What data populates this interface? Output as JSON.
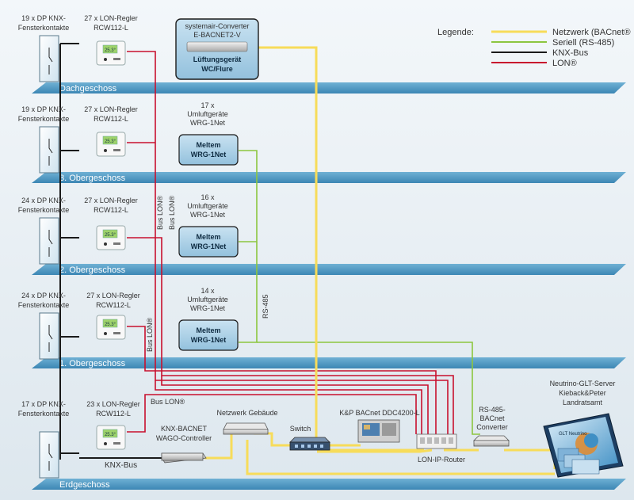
{
  "legend": {
    "title": "Legende:",
    "items": [
      {
        "label": "Netzwerk (BACnet®",
        "color": "#f7dc5a"
      },
      {
        "label": "Seriell (RS-485)",
        "color": "#8cc63f"
      },
      {
        "label": "KNX-Bus",
        "color": "#1a1a1a"
      },
      {
        "label": "LON®",
        "color": "#c8102e"
      }
    ]
  },
  "floors": [
    "Dachgeschoss",
    "3. Obergeschoss",
    "2. Obergeschoss",
    "1. Obergeschoss",
    "Erdgeschoss"
  ],
  "knx_contacts": [
    [
      "19 x DP KNX-",
      "Fensterkontakte"
    ],
    [
      "19 x DP KNX-",
      "Fensterkontakte"
    ],
    [
      "24 x DP KNX-",
      "Fensterkontakte"
    ],
    [
      "24 x DP KNX-",
      "Fensterkontakte"
    ],
    [
      "17 x DP KNX-",
      "Fensterkontakte"
    ]
  ],
  "lon_regler": [
    [
      "27 x LON-Regler",
      "RCW112-L"
    ],
    [
      "27 x LON-Regler",
      "RCW112-L"
    ],
    [
      "27 x LON-Regler",
      "RCW112-L"
    ],
    [
      "27 x LON-Regler",
      "RCW112-L"
    ],
    [
      "23 x LON-Regler",
      "RCW112-L"
    ]
  ],
  "regler_display": "25.3°",
  "converter_top": {
    "caption": [
      "systemair-Converter",
      "E-BACNET2-V"
    ],
    "label": [
      "Lüftungsgerät",
      "WC/Flure"
    ]
  },
  "meltem": [
    {
      "caption": [
        "17 x",
        "Umluftgeräte",
        "WRG-1Net"
      ],
      "label": [
        "Meltem",
        "WRG-1Net"
      ]
    },
    {
      "caption": [
        "16 x",
        "Umluftgeräte",
        "WRG-1Net"
      ],
      "label": [
        "Meltem",
        "WRG-1Net"
      ]
    },
    {
      "caption": [
        "14 x",
        "Umluftgeräte",
        "WRG-1Net"
      ],
      "label": [
        "Meltem",
        "WRG-1Net"
      ]
    }
  ],
  "bus_labels": {
    "bus_lon_1": "Bus LON®",
    "bus_lon_2": "Bus LON®",
    "bus_lon_3": "Bus LON®",
    "bus_lon_4": "Bus LON®",
    "rs485": "RS-485",
    "knx_bus": "KNX-Bus"
  },
  "devices": {
    "wago": [
      "KNX-BACNET",
      "WAGO-Controller"
    ],
    "netzwerk": "Netzwerk Gebäude",
    "switch": "Switch",
    "ddc": "K&P BACnet  DDC4200-L",
    "lon_ip": "LON-IP-Router",
    "rs485_conv": [
      "RS-485-",
      "BACnet",
      "Converter"
    ],
    "glt": [
      "Neutrino-GLT-Server",
      "Kieback&Peter",
      "Landratsamt"
    ],
    "glt_screen": "GLT Neutrino"
  }
}
